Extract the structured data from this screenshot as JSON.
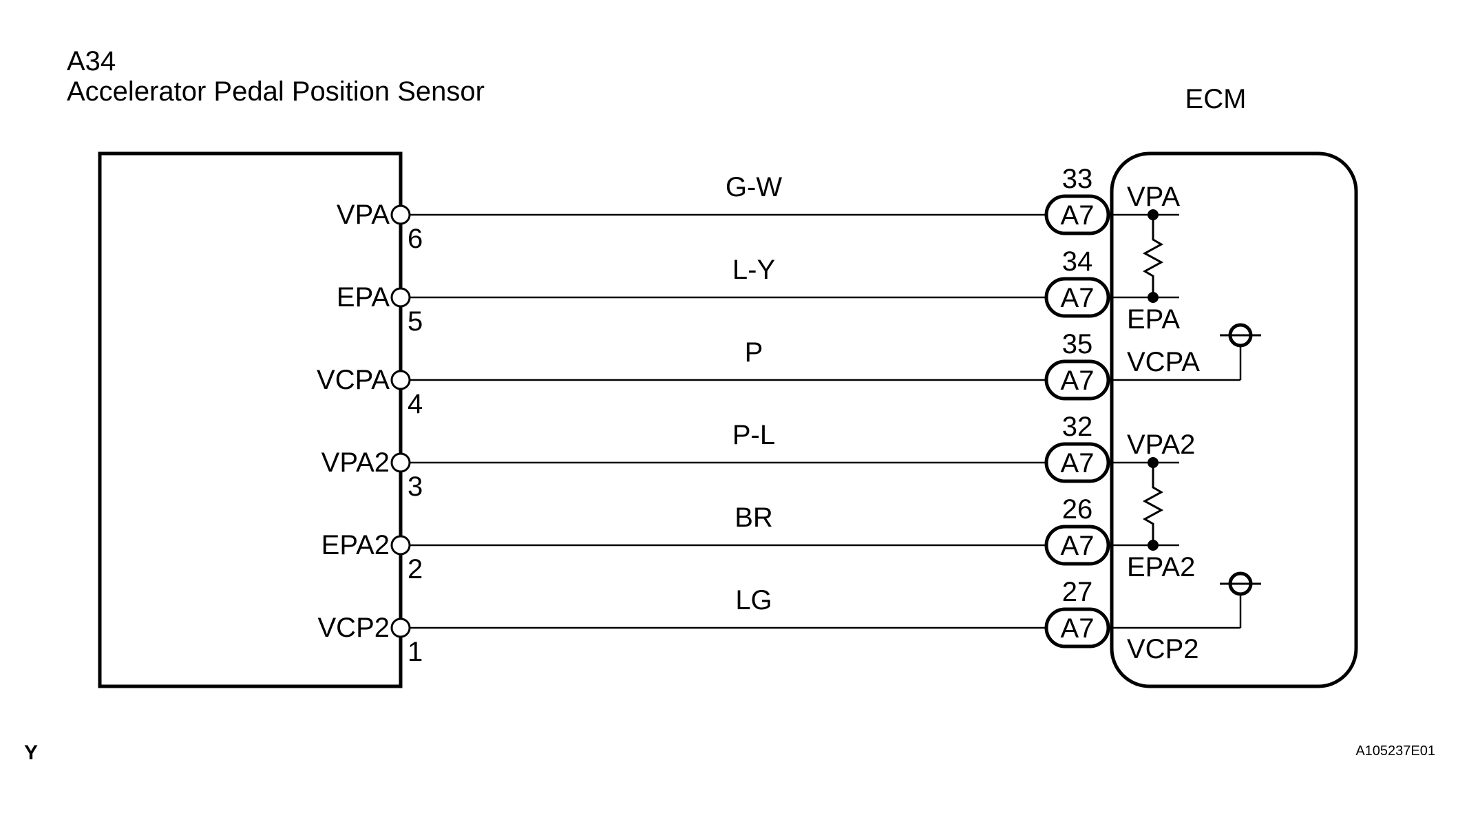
{
  "header": {
    "component_code": "A34",
    "component_name": "Accelerator Pedal Position Sensor",
    "ecm_label": "ECM"
  },
  "rows": [
    {
      "sensor_signal": "VPA",
      "sensor_pin": "6",
      "wire_color": "G-W",
      "ecm_pin": "33",
      "connector": "A7",
      "ecm_signal": "VPA"
    },
    {
      "sensor_signal": "EPA",
      "sensor_pin": "5",
      "wire_color": "L-Y",
      "ecm_pin": "34",
      "connector": "A7",
      "ecm_signal": "EPA"
    },
    {
      "sensor_signal": "VCPA",
      "sensor_pin": "4",
      "wire_color": "P",
      "ecm_pin": "35",
      "connector": "A7",
      "ecm_signal": "VCPA"
    },
    {
      "sensor_signal": "VPA2",
      "sensor_pin": "3",
      "wire_color": "P-L",
      "ecm_pin": "32",
      "connector": "A7",
      "ecm_signal": "VPA2"
    },
    {
      "sensor_signal": "EPA2",
      "sensor_pin": "2",
      "wire_color": "BR",
      "ecm_pin": "26",
      "connector": "A7",
      "ecm_signal": "EPA2"
    },
    {
      "sensor_signal": "VCP2",
      "sensor_pin": "1",
      "wire_color": "LG",
      "ecm_pin": "27",
      "connector": "A7",
      "ecm_signal": "VCP2"
    }
  ],
  "footer": {
    "page_marker": "Y",
    "drawing_number": "A105237E01"
  },
  "colors": {
    "ink": "#000000",
    "paper": "#ffffff"
  }
}
